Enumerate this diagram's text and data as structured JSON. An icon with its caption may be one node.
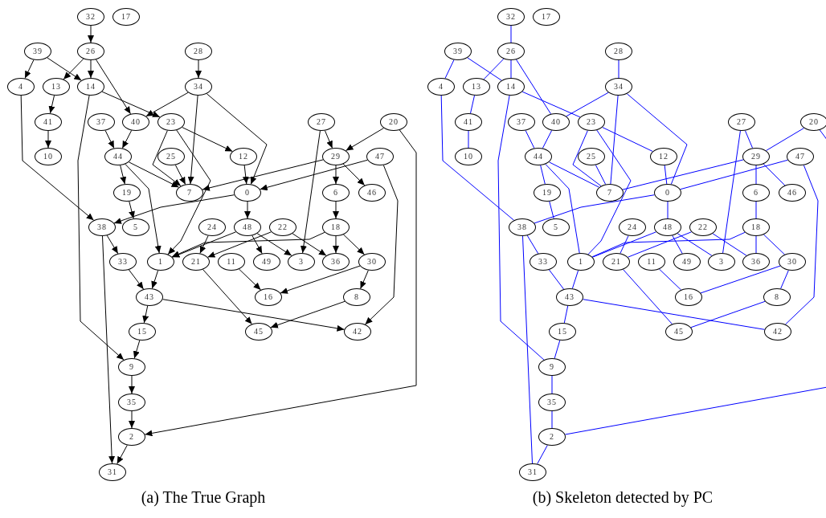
{
  "diagram": {
    "nodes": [
      {
        "text": [
          "32"
        ]
      },
      {
        "text": [
          "17"
        ]
      },
      {
        "text": [
          "39"
        ]
      },
      {
        "text": [
          "26"
        ]
      },
      {
        "text": [
          "28"
        ]
      },
      {
        "text": [
          "4"
        ]
      },
      {
        "text": [
          "13"
        ]
      },
      {
        "text": [
          "14"
        ]
      },
      {
        "text": [
          "34"
        ]
      },
      {
        "text": [
          "37"
        ]
      },
      {
        "text": [
          "40"
        ]
      },
      {
        "text": [
          "23"
        ]
      },
      {
        "text": [
          "41"
        ]
      },
      {
        "text": [
          "27"
        ]
      },
      {
        "text": [
          "20"
        ]
      },
      {
        "text": [
          "44"
        ]
      },
      {
        "text": [
          "25"
        ]
      },
      {
        "text": [
          "12"
        ]
      },
      {
        "text": [
          "29"
        ]
      },
      {
        "text": [
          "47"
        ]
      },
      {
        "text": [
          "10"
        ]
      },
      {
        "text": [
          "19"
        ]
      },
      {
        "text": [
          "7"
        ]
      },
      {
        "text": [
          "0"
        ]
      },
      {
        "text": [
          "6"
        ]
      },
      {
        "text": [
          "46"
        ]
      },
      {
        "text": [
          "38"
        ]
      },
      {
        "text": [
          "5"
        ]
      },
      {
        "text": [
          "24"
        ]
      },
      {
        "text": [
          "48"
        ]
      },
      {
        "text": [
          "22"
        ]
      },
      {
        "text": [
          "18"
        ]
      },
      {
        "text": [
          "33"
        ]
      },
      {
        "text": [
          "1"
        ]
      },
      {
        "text": [
          "21"
        ]
      },
      {
        "text": [
          "11"
        ]
      },
      {
        "text": [
          "49"
        ]
      },
      {
        "text": [
          "3"
        ]
      },
      {
        "text": [
          "36"
        ]
      },
      {
        "text": [
          "30"
        ]
      },
      {
        "text": [
          "43"
        ]
      },
      {
        "text": [
          "16"
        ]
      },
      {
        "text": [
          "8"
        ]
      },
      {
        "text": [
          "15"
        ]
      },
      {
        "text": [
          "45"
        ]
      },
      {
        "text": [
          "42"
        ]
      },
      {
        "text": [
          "9"
        ]
      },
      {
        "text": [
          "35"
        ]
      },
      {
        "text": [
          "2"
        ]
      },
      {
        "text": [
          "31"
        ]
      },
      {
        "text": [
          "32"
        ]
      },
      {
        "text": [
          "17"
        ]
      },
      {
        "text": [
          "39"
        ]
      },
      {
        "text": [
          "26"
        ]
      },
      {
        "text": [
          "28"
        ]
      },
      {
        "text": [
          "4"
        ]
      },
      {
        "text": [
          "13"
        ]
      },
      {
        "text": [
          "14"
        ]
      },
      {
        "text": [
          "34"
        ]
      },
      {
        "text": [
          "37"
        ]
      },
      {
        "text": [
          "40"
        ]
      },
      {
        "text": [
          "23"
        ]
      },
      {
        "text": [
          "41"
        ]
      },
      {
        "text": [
          "27"
        ]
      },
      {
        "text": [
          "20"
        ]
      },
      {
        "text": [
          "44"
        ]
      },
      {
        "text": [
          "25"
        ]
      },
      {
        "text": [
          "12"
        ]
      },
      {
        "text": [
          "29"
        ]
      },
      {
        "text": [
          "47"
        ]
      },
      {
        "text": [
          "10"
        ]
      },
      {
        "text": [
          "19"
        ]
      },
      {
        "text": [
          "7"
        ]
      },
      {
        "text": [
          "0"
        ]
      },
      {
        "text": [
          "6"
        ]
      },
      {
        "text": [
          "46"
        ]
      },
      {
        "text": [
          "38"
        ]
      },
      {
        "text": [
          "5"
        ]
      },
      {
        "text": [
          "24"
        ]
      },
      {
        "text": [
          "48"
        ]
      },
      {
        "text": [
          "22"
        ]
      },
      {
        "text": [
          "18"
        ]
      },
      {
        "text": [
          "33"
        ]
      },
      {
        "text": [
          "1"
        ]
      },
      {
        "text": [
          "21"
        ]
      },
      {
        "text": [
          "11"
        ]
      },
      {
        "text": [
          "49"
        ]
      },
      {
        "text": [
          "3"
        ]
      },
      {
        "text": [
          "36"
        ]
      },
      {
        "text": [
          "30"
        ]
      },
      {
        "text": [
          "43"
        ]
      },
      {
        "text": [
          "16"
        ]
      },
      {
        "text": [
          "8"
        ]
      },
      {
        "text": [
          "15"
        ]
      },
      {
        "text": [
          "45"
        ]
      },
      {
        "text": [
          "42"
        ]
      },
      {
        "text": [
          "9"
        ]
      },
      {
        "text": [
          "35"
        ]
      },
      {
        "text": [
          "2"
        ]
      },
      {
        "text": [
          "31"
        ]
      }
    ],
    "edges": [
      {
        "from": 0,
        "to": 3,
        "arrow": "to"
      },
      {
        "from": 3,
        "to": 6,
        "arrow": "to"
      },
      {
        "from": 3,
        "to": 7,
        "arrow": "to"
      },
      {
        "from": 3,
        "to": 10,
        "arrow": "to"
      },
      {
        "from": 2,
        "to": 5,
        "arrow": "to"
      },
      {
        "from": 2,
        "to": 7,
        "arrow": "to"
      },
      {
        "from": 4,
        "to": 8,
        "arrow": "to"
      },
      {
        "from": 6,
        "to": 12,
        "arrow": "to"
      },
      {
        "from": 12,
        "to": 20,
        "arrow": "to"
      },
      {
        "from": 7,
        "to": 11,
        "arrow": "to"
      },
      {
        "from": 7,
        "to": 46,
        "arrow": "to"
      },
      {
        "from": 8,
        "to": 10,
        "arrow": "to"
      },
      {
        "from": 8,
        "to": 22,
        "arrow": "to"
      },
      {
        "from": 8,
        "to": 23,
        "arrow": "to"
      },
      {
        "from": 5,
        "to": 26,
        "arrow": "to"
      },
      {
        "from": 9,
        "to": 15,
        "arrow": "to"
      },
      {
        "from": 10,
        "to": 15,
        "arrow": "to"
      },
      {
        "from": 11,
        "to": 22,
        "arrow": "to"
      },
      {
        "from": 11,
        "to": 33,
        "arrow": "to"
      },
      {
        "from": 11,
        "to": 17,
        "arrow": "to"
      },
      {
        "from": 16,
        "to": 22,
        "arrow": "to"
      },
      {
        "from": 15,
        "to": 22,
        "arrow": "to"
      },
      {
        "from": 15,
        "to": 21,
        "arrow": "to"
      },
      {
        "from": 15,
        "to": 33,
        "arrow": "to"
      },
      {
        "from": 21,
        "to": 27,
        "arrow": "to"
      },
      {
        "from": 17,
        "to": 23,
        "arrow": "to"
      },
      {
        "from": 18,
        "to": 22,
        "arrow": "to"
      },
      {
        "from": 19,
        "to": 23,
        "arrow": "to"
      },
      {
        "from": 23,
        "to": 26,
        "arrow": "to"
      },
      {
        "from": 23,
        "to": 29,
        "arrow": "to"
      },
      {
        "from": 13,
        "to": 18,
        "arrow": "to"
      },
      {
        "from": 13,
        "to": 37,
        "arrow": "to"
      },
      {
        "from": 14,
        "to": 18,
        "arrow": "to"
      },
      {
        "from": 14,
        "to": 48,
        "arrow": "to"
      },
      {
        "from": 18,
        "to": 24,
        "arrow": "to"
      },
      {
        "from": 18,
        "to": 25,
        "arrow": "to"
      },
      {
        "from": 19,
        "to": 45,
        "arrow": "to"
      },
      {
        "from": 24,
        "to": 31,
        "arrow": "to"
      },
      {
        "from": 29,
        "to": 33,
        "arrow": "to"
      },
      {
        "from": 29,
        "to": 36,
        "arrow": "to"
      },
      {
        "from": 29,
        "to": 37,
        "arrow": "to"
      },
      {
        "from": 31,
        "to": 33,
        "arrow": "to"
      },
      {
        "from": 30,
        "to": 34,
        "arrow": "to"
      },
      {
        "from": 30,
        "to": 38,
        "arrow": "to"
      },
      {
        "from": 31,
        "to": 38,
        "arrow": "to"
      },
      {
        "from": 31,
        "to": 39,
        "arrow": "to"
      },
      {
        "from": 28,
        "to": 34,
        "arrow": "to"
      },
      {
        "from": 26,
        "to": 32,
        "arrow": "to"
      },
      {
        "from": 26,
        "to": 49,
        "arrow": "to"
      },
      {
        "from": 32,
        "to": 40,
        "arrow": "to"
      },
      {
        "from": 33,
        "to": 40,
        "arrow": "to"
      },
      {
        "from": 34,
        "to": 44,
        "arrow": "to"
      },
      {
        "from": 35,
        "to": 41,
        "arrow": "to"
      },
      {
        "from": 39,
        "to": 41,
        "arrow": "to"
      },
      {
        "from": 39,
        "to": 42,
        "arrow": "to"
      },
      {
        "from": 42,
        "to": 44,
        "arrow": "to"
      },
      {
        "from": 40,
        "to": 45,
        "arrow": "to"
      },
      {
        "from": 40,
        "to": 43,
        "arrow": "to"
      },
      {
        "from": 43,
        "to": 46,
        "arrow": "to"
      },
      {
        "from": 46,
        "to": 47,
        "arrow": "to"
      },
      {
        "from": 47,
        "to": 48,
        "arrow": "to"
      },
      {
        "from": 48,
        "to": 49,
        "arrow": "to"
      },
      {
        "from": 50,
        "to": 53,
        "arrow": "none",
        "color": "#0000ff"
      },
      {
        "from": 53,
        "to": 56,
        "arrow": "none",
        "color": "#0000ff"
      },
      {
        "from": 53,
        "to": 57,
        "arrow": "none",
        "color": "#0000ff"
      },
      {
        "from": 53,
        "to": 60,
        "arrow": "none",
        "color": "#0000ff"
      },
      {
        "from": 52,
        "to": 55,
        "arrow": "none",
        "color": "#0000ff"
      },
      {
        "from": 52,
        "to": 57,
        "arrow": "none",
        "color": "#0000ff"
      },
      {
        "from": 54,
        "to": 58,
        "arrow": "none",
        "color": "#0000ff"
      },
      {
        "from": 56,
        "to": 62,
        "arrow": "none",
        "color": "#0000ff"
      },
      {
        "from": 62,
        "to": 70,
        "arrow": "none",
        "color": "#0000ff"
      },
      {
        "from": 57,
        "to": 61,
        "arrow": "none",
        "color": "#0000ff"
      },
      {
        "from": 57,
        "to": 96,
        "arrow": "none",
        "color": "#0000ff"
      },
      {
        "from": 58,
        "to": 60,
        "arrow": "none",
        "color": "#0000ff"
      },
      {
        "from": 58,
        "to": 72,
        "arrow": "none",
        "color": "#0000ff"
      },
      {
        "from": 58,
        "to": 73,
        "arrow": "none",
        "color": "#0000ff"
      },
      {
        "from": 55,
        "to": 76,
        "arrow": "none",
        "color": "#0000ff"
      },
      {
        "from": 59,
        "to": 65,
        "arrow": "none",
        "color": "#0000ff"
      },
      {
        "from": 60,
        "to": 65,
        "arrow": "none",
        "color": "#0000ff"
      },
      {
        "from": 61,
        "to": 72,
        "arrow": "none",
        "color": "#0000ff"
      },
      {
        "from": 61,
        "to": 83,
        "arrow": "none",
        "color": "#0000ff"
      },
      {
        "from": 61,
        "to": 67,
        "arrow": "none",
        "color": "#0000ff"
      },
      {
        "from": 66,
        "to": 72,
        "arrow": "none",
        "color": "#0000ff"
      },
      {
        "from": 65,
        "to": 72,
        "arrow": "none",
        "color": "#0000ff"
      },
      {
        "from": 65,
        "to": 71,
        "arrow": "none",
        "color": "#0000ff"
      },
      {
        "from": 65,
        "to": 83,
        "arrow": "none",
        "color": "#0000ff"
      },
      {
        "from": 71,
        "to": 77,
        "arrow": "none",
        "color": "#0000ff"
      },
      {
        "from": 67,
        "to": 73,
        "arrow": "none",
        "color": "#0000ff"
      },
      {
        "from": 68,
        "to": 72,
        "arrow": "none",
        "color": "#0000ff"
      },
      {
        "from": 69,
        "to": 73,
        "arrow": "none",
        "color": "#0000ff"
      },
      {
        "from": 73,
        "to": 76,
        "arrow": "none",
        "color": "#0000ff"
      },
      {
        "from": 73,
        "to": 79,
        "arrow": "none",
        "color": "#0000ff"
      },
      {
        "from": 63,
        "to": 68,
        "arrow": "none",
        "color": "#0000ff"
      },
      {
        "from": 63,
        "to": 87,
        "arrow": "none",
        "color": "#0000ff"
      },
      {
        "from": 64,
        "to": 68,
        "arrow": "none",
        "color": "#0000ff"
      },
      {
        "from": 64,
        "to": 98,
        "arrow": "none",
        "color": "#0000ff"
      },
      {
        "from": 68,
        "to": 74,
        "arrow": "none",
        "color": "#0000ff"
      },
      {
        "from": 68,
        "to": 75,
        "arrow": "none",
        "color": "#0000ff"
      },
      {
        "from": 69,
        "to": 95,
        "arrow": "none",
        "color": "#0000ff"
      },
      {
        "from": 74,
        "to": 81,
        "arrow": "none",
        "color": "#0000ff"
      },
      {
        "from": 79,
        "to": 83,
        "arrow": "none",
        "color": "#0000ff"
      },
      {
        "from": 79,
        "to": 86,
        "arrow": "none",
        "color": "#0000ff"
      },
      {
        "from": 79,
        "to": 87,
        "arrow": "none",
        "color": "#0000ff"
      },
      {
        "from": 81,
        "to": 83,
        "arrow": "none",
        "color": "#0000ff"
      },
      {
        "from": 80,
        "to": 84,
        "arrow": "none",
        "color": "#0000ff"
      },
      {
        "from": 80,
        "to": 88,
        "arrow": "none",
        "color": "#0000ff"
      },
      {
        "from": 81,
        "to": 88,
        "arrow": "none",
        "color": "#0000ff"
      },
      {
        "from": 81,
        "to": 89,
        "arrow": "none",
        "color": "#0000ff"
      },
      {
        "from": 78,
        "to": 84,
        "arrow": "none",
        "color": "#0000ff"
      },
      {
        "from": 76,
        "to": 82,
        "arrow": "none",
        "color": "#0000ff"
      },
      {
        "from": 76,
        "to": 99,
        "arrow": "none",
        "color": "#0000ff"
      },
      {
        "from": 82,
        "to": 90,
        "arrow": "none",
        "color": "#0000ff"
      },
      {
        "from": 83,
        "to": 90,
        "arrow": "none",
        "color": "#0000ff"
      },
      {
        "from": 84,
        "to": 94,
        "arrow": "none",
        "color": "#0000ff"
      },
      {
        "from": 85,
        "to": 91,
        "arrow": "none",
        "color": "#0000ff"
      },
      {
        "from": 89,
        "to": 91,
        "arrow": "none",
        "color": "#0000ff"
      },
      {
        "from": 89,
        "to": 92,
        "arrow": "none",
        "color": "#0000ff"
      },
      {
        "from": 92,
        "to": 94,
        "arrow": "none",
        "color": "#0000ff"
      },
      {
        "from": 90,
        "to": 95,
        "arrow": "none",
        "color": "#0000ff"
      },
      {
        "from": 90,
        "to": 93,
        "arrow": "none",
        "color": "#0000ff"
      },
      {
        "from": 93,
        "to": 96,
        "arrow": "none",
        "color": "#0000ff"
      },
      {
        "from": 96,
        "to": 97,
        "arrow": "none",
        "color": "#0000ff"
      },
      {
        "from": 97,
        "to": 98,
        "arrow": "none",
        "color": "#0000ff"
      },
      {
        "from": 98,
        "to": 99,
        "arrow": "none",
        "color": "#0000ff"
      }
    ],
    "labels": [
      "(a) The True Graph",
      "(b) Skeleton detected by PC"
    ]
  }
}
